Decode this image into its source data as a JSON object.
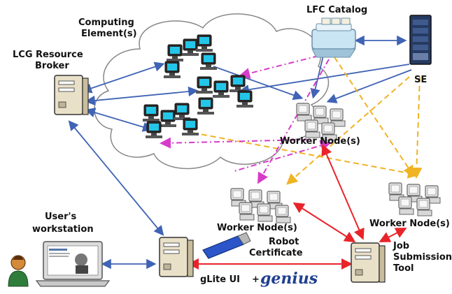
{
  "labels": {
    "computing_1": "Computing",
    "computing_2": "Element(s)",
    "lfc": "LFC Catalog",
    "se": "SE",
    "broker_1": "LCG Resource",
    "broker_2": "Broker",
    "worker_cloud": "Worker Node(s)",
    "worker_left": "Worker Node(s)",
    "worker_right": "Worker Node(s)",
    "user_1": "User's",
    "user_2": "workstation",
    "robot_1": "Robot",
    "robot_2": "Certificate",
    "glite": "gLite UI",
    "plus": "+",
    "genius": "genius",
    "jst_1": "Job",
    "jst_2": "Submission",
    "jst_3": "Tool"
  },
  "colors": {
    "blue_arrow": "#3f63b5",
    "red_arrow": "#e8242a",
    "orange_dashed": "#f0b323",
    "magenta_dashdot": "#d63cc9",
    "server_fill": "#e9e0c8",
    "monitor_screen": "#23c6e8",
    "usb_blue": "#2b55c8",
    "person_shirt": "#2f7d3a",
    "person_face": "#d48a3a"
  }
}
